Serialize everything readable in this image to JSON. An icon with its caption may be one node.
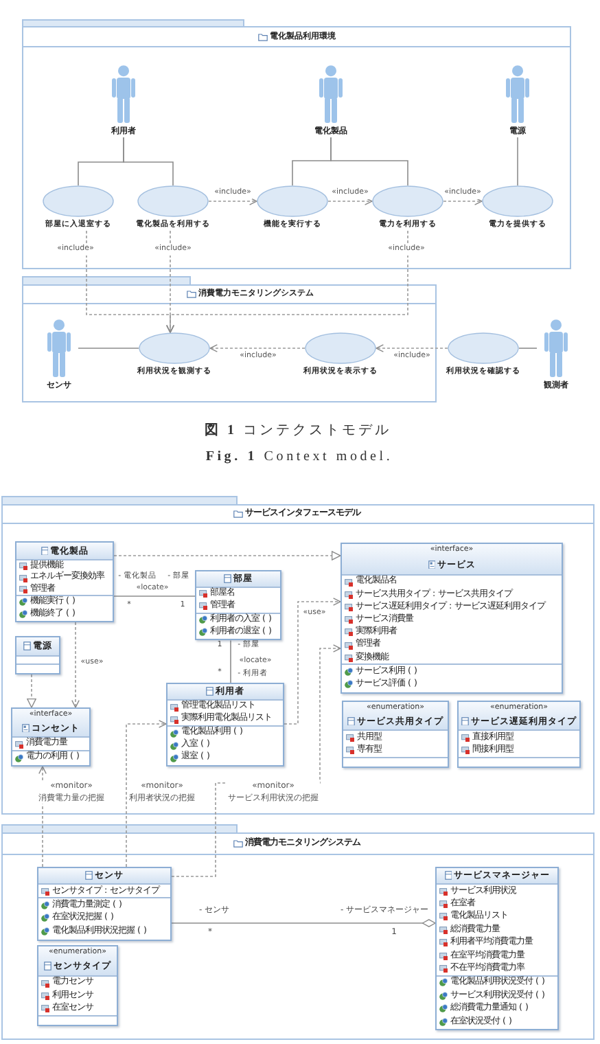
{
  "diagram": {
    "caption": "**図 1** コンテクストモデル",
    "nodes": [
      {
        "text": [
          "電化製品利用環境"
        ]
      },
      {
        "text": [
          "利用者"
        ],
        "in": 0
      },
      {
        "text": [
          "電化製品"
        ],
        "in": 0
      },
      {
        "text": [
          "電源"
        ],
        "in": 0
      },
      {
        "text": [
          "部屋に入退室する"
        ],
        "in": 0
      },
      {
        "text": [
          "電化製品を利用する"
        ],
        "in": 0
      },
      {
        "text": [
          "機能を実行する"
        ],
        "in": 0
      },
      {
        "text": [
          "電力を利用する"
        ],
        "in": 0
      },
      {
        "text": [
          "電力を提供する"
        ],
        "in": 0
      },
      {
        "text": [
          "消費電力モニタリングシステム"
        ]
      },
      {
        "text": [
          "センサ"
        ],
        "in": 9
      },
      {
        "text": [
          "利用状況を観測する"
        ],
        "in": 9
      },
      {
        "text": [
          "利用状況を表示する"
        ],
        "in": 9
      },
      {
        "text": [
          "利用状況を確認する"
        ]
      },
      {
        "text": [
          "観測者"
        ]
      },
      {
        "text": [
          "サービスインタフェースモデル"
        ]
      },
      {
        "text": [
          "電化製品",
          "提供機能",
          "エネルギー変換効率",
          "管理者",
          "機能実行 ( )",
          "機能終了 ( )"
        ],
        "in": 15
      },
      {
        "text": [
          "部屋",
          "部屋名",
          "管理者",
          "利用者の入室 ( )",
          "利用者の退室 ( )"
        ],
        "in": 15
      },
      {
        "text": [
          "«interface»",
          "サービス",
          "電化製品名",
          "サービス共用タイプ : サービス共用タイプ",
          "サービス遅延利用タイプ : サービス遅延利用タイプ",
          "サービス消費量",
          "実際利用者",
          "管理者",
          "変換機能",
          "サービス利用 ( )",
          "サービス評価 ( )"
        ],
        "in": 15
      },
      {
        "text": [
          "電源"
        ],
        "in": 15
      },
      {
        "text": [
          "«interface»",
          "コンセント",
          "消費電力量",
          "電力の利用 ( )"
        ],
        "in": 15
      },
      {
        "text": [
          "利用者",
          "管理電化製品リスト",
          "実際利用電化製品リスト",
          "電化製品利用 ( )",
          "入室 ( )",
          "退室 ( )"
        ],
        "in": 15
      },
      {
        "text": [
          "«enumeration»",
          "サービス共用タイプ",
          "共用型",
          "専有型"
        ],
        "in": 15
      },
      {
        "text": [
          "«enumeration»",
          "サービス遅延利用タイプ",
          "直接利用型",
          "間接利用型"
        ],
        "in": 15
      },
      {
        "text": [
          "消費電力モニタリングシステム"
        ]
      },
      {
        "text": [
          "センサ",
          "センサタイプ : センサタイプ",
          "消費電力量測定 ( )",
          "在室状況把握 ( )",
          "電化製品利用状況把握 ( )"
        ],
        "in": 24
      },
      {
        "text": [
          "«enumeration»",
          "センサタイプ",
          "電力センサ",
          "利用センサ",
          "在室センサ"
        ],
        "in": 24
      },
      {
        "text": [
          "サービスマネージャー",
          "サービス利用状況",
          "在室者",
          "電化製品リスト",
          "総消費電力量",
          "利用者平均消費電力量",
          "在室平均消費電力量",
          "不在平均消費電力率",
          "電化製品利用状況受付 ( )",
          "サービス利用状況受付 ( )",
          "総消費電力量通知 ( )",
          "在室状況受付 ( )"
        ],
        "in": 24
      }
    ],
    "edges": [
      {
        "from": 1,
        "to": 4,
        "arrow": "none"
      },
      {
        "from": 1,
        "to": 5,
        "arrow": "none"
      },
      {
        "from": 2,
        "to": 6,
        "arrow": "none"
      },
      {
        "from": 2,
        "to": 7,
        "arrow": "none"
      },
      {
        "from": 3,
        "to": 8,
        "arrow": "none"
      },
      {
        "from": 5,
        "to": 6,
        "arrow": "to",
        "label": "«include»",
        "style": "dashed"
      },
      {
        "from": 6,
        "to": 7,
        "arrow": "to",
        "label": "«include»",
        "style": "dashed"
      },
      {
        "from": 7,
        "to": 8,
        "arrow": "to",
        "label": "«include»",
        "style": "dashed"
      },
      {
        "from": 4,
        "to": 11,
        "arrow": "to",
        "label": "«include»",
        "style": "dashed"
      },
      {
        "from": 5,
        "to": 11,
        "arrow": "to",
        "label": "«include»",
        "style": "dashed"
      },
      {
        "from": 7,
        "to": 11,
        "arrow": "to",
        "label": "«include»",
        "style": "dashed"
      },
      {
        "from": 10,
        "to": 11,
        "arrow": "none"
      },
      {
        "from": 12,
        "to": 11,
        "arrow": "to",
        "label": "«include»",
        "style": "dashed"
      },
      {
        "from": 13,
        "to": 12,
        "arrow": "to",
        "label": "«include»",
        "style": "dashed"
      },
      {
        "from": 14,
        "to": 13,
        "arrow": "none"
      },
      {
        "from": 16,
        "to": 18,
        "arrow": "to",
        "style": "dashed"
      },
      {
        "from": 16,
        "to": 17,
        "arrow": "none",
        "label": "«locate»"
      },
      {
        "from": 17,
        "to": 21,
        "arrow": "none",
        "label": "«locate»"
      },
      {
        "from": 16,
        "to": 20,
        "arrow": "to",
        "label": "«use»",
        "style": "dashed"
      },
      {
        "from": 19,
        "to": 20,
        "arrow": "to",
        "style": "dashed"
      },
      {
        "from": 21,
        "to": 18,
        "arrow": "to",
        "label": "«use»",
        "style": "dashed"
      },
      {
        "from": 25,
        "to": 20,
        "arrow": "to",
        "label": "«monitor» 消費電力量の把握",
        "style": "dashed"
      },
      {
        "from": 25,
        "to": 21,
        "arrow": "to",
        "label": "«monitor» 利用者状況の把握",
        "style": "dashed"
      },
      {
        "from": 25,
        "to": 18,
        "arrow": "to",
        "label": "«monitor» サービス利用状況の把握",
        "style": "dashed"
      },
      {
        "from": 25,
        "to": 27,
        "arrow": "other"
      }
    ],
    "labels": [
      "**Fig. 1** Context model.",
      "- 電化製品",
      "- 部屋",
      "*",
      "1",
      "1",
      "- 部屋",
      "*",
      "- 利用者",
      "- センサ",
      "- サービスマネージャー",
      "*",
      "1"
    ]
  }
}
